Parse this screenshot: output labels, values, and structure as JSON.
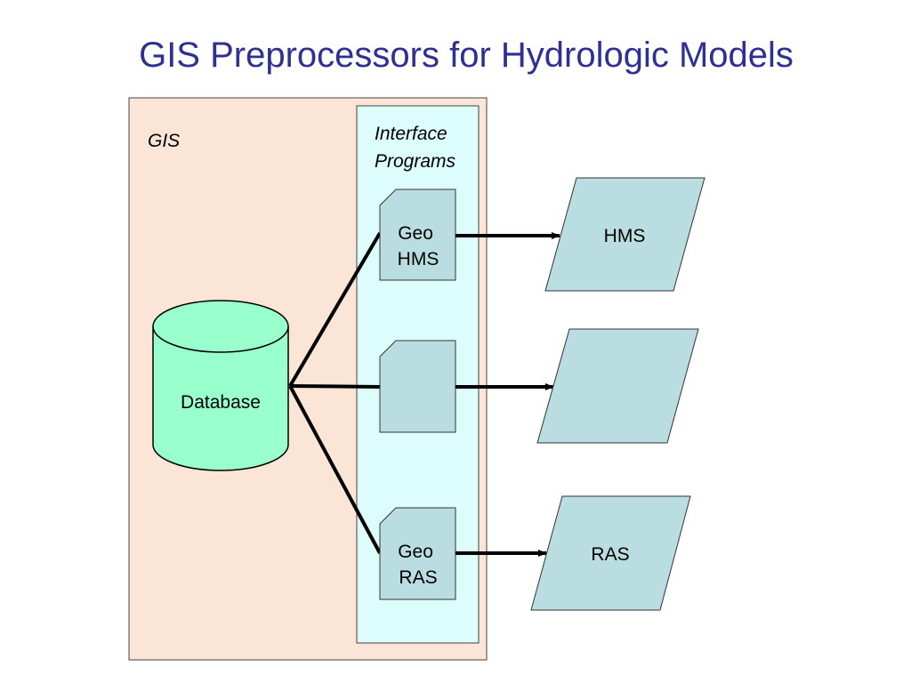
{
  "title": "GIS Preprocessors for Hydrologic Models",
  "gis_label": "GIS",
  "interface_label": [
    "Interface",
    "Programs"
  ],
  "database_label": "Database",
  "interface_programs": [
    {
      "id": "geo-hms",
      "lines": [
        "Geo",
        "HMS"
      ]
    },
    {
      "id": "blank",
      "lines": []
    },
    {
      "id": "geo-ras",
      "lines": [
        "Geo",
        "RAS"
      ]
    }
  ],
  "models": [
    {
      "id": "hms",
      "label": "HMS"
    },
    {
      "id": "blank",
      "label": ""
    },
    {
      "id": "ras",
      "label": "RAS"
    }
  ],
  "colors": {
    "title": "#2e3192",
    "gis_panel": "#fbe5d6",
    "interface_panel": "#ddfdfd",
    "database": "#99ffcc",
    "doc_fill": "#b9dde1",
    "model_fill": "#b9dde1"
  }
}
